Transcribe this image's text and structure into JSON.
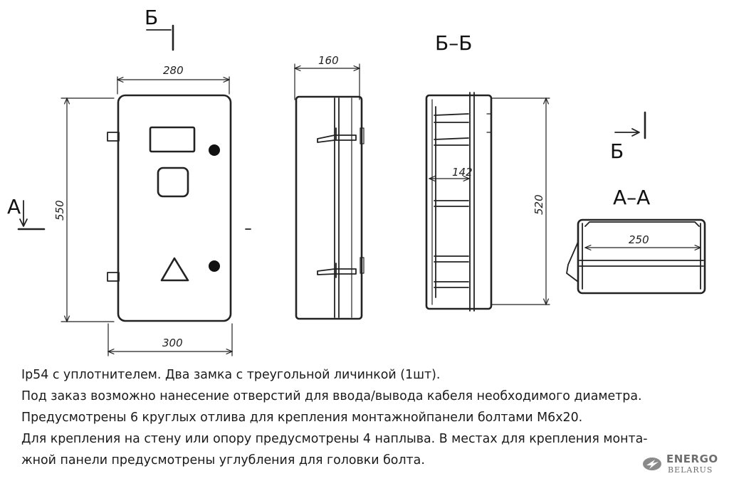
{
  "labels": {
    "section_b_top": "Б",
    "section_b_title": "Б–Б",
    "section_b_right": "Б",
    "section_a_left": "А",
    "section_a_title": "А–А"
  },
  "dimensions": {
    "front_top_width": "280",
    "front_bottom_width": "300",
    "front_height": "550",
    "side_depth": "160",
    "section_b_depth": "142",
    "section_b_height": "520",
    "section_a_width": "250"
  },
  "notes": [
    "Ip54 с уплотнителем. Два замка с треугольной личинкой (1шт).",
    "Под заказ возможно нанесение отверстий для ввода/вывода  кабеля необходимого диаметра.",
    "Предусмотрены 6 круглых отлива для крепления монтажнойпанели болтами М6х20.",
    "Для крепления на стену или опору предусмотрены 4 наплыва. В местах для крепления монта-",
    "жной панели предусмотрены углубления для головки болта."
  ],
  "brand": {
    "name": "ENERGO",
    "subname": "BELARUS"
  },
  "colors": {
    "line": "#222222",
    "brand_gray": "#6e6e6e"
  }
}
